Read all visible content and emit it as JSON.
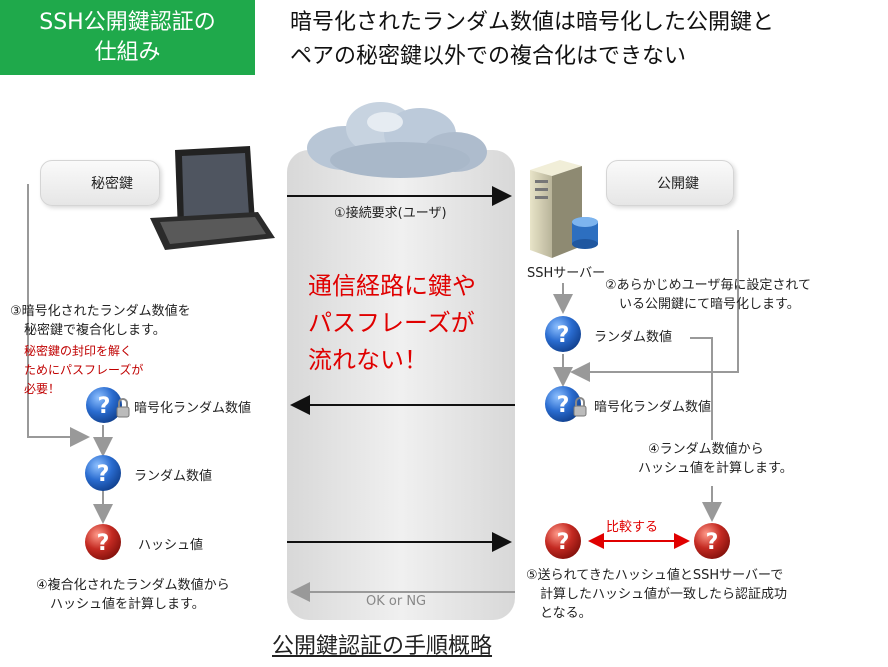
{
  "title": {
    "line1": "SSH公開鍵認証の",
    "line2": "仕組み"
  },
  "subtitle": {
    "line1": "暗号化されたランダム数値は暗号化した公開鍵と",
    "line2": "ペアの秘密鍵以外での複合化はできない"
  },
  "private_key_label": "秘密鍵",
  "public_key_label": "公開鍵",
  "server_label": "SSHサーバー",
  "connect_label": "①接続要求(ユーザ)",
  "step2": {
    "line1": "②あらかじめユーザ毎に設定されて",
    "line2": "いる公開鍵にて暗号化します。"
  },
  "step3": {
    "line1": "③暗号化されたランダム数値を",
    "line2": "秘密鍵で複合化します。"
  },
  "step3_red": {
    "line1": "秘密鍵の封印を解く",
    "line2": "ためにパスフレーズが",
    "line3": "必要！"
  },
  "channel_warning": {
    "line1": "通信経路に鍵や",
    "line2": "パスフレーズが",
    "line3": "流れない！"
  },
  "right_random": "ランダム数値",
  "right_encrypted": "暗号化ランダム数値",
  "left_encrypted": "暗号化ランダム数値",
  "left_random": "ランダム数値",
  "left_hash": "ハッシュ値",
  "step4_right": {
    "line1": "④ランダム数値から",
    "line2": "ハッシュ値を計算します。"
  },
  "step4_left": {
    "line1": "④複合化されたランダム数値から",
    "line2": "ハッシュ値を計算します。"
  },
  "compare_label": "比較する",
  "step5": {
    "line1": "⑤送られてきたハッシュ値とSSHサーバーで",
    "line2": "計算したハッシュ値が一致したら認証成功",
    "line3": "となる。"
  },
  "result_label": "OK or NG",
  "bottom_title": "公開鍵認証の手順概略",
  "colors": {
    "title_bg": "#1fa94b",
    "warning": "#e00000",
    "note_red": "#c00000",
    "blue_ball": "#1f5fb8",
    "red_ball": "#b22222",
    "channel": "#e3e3e3"
  }
}
